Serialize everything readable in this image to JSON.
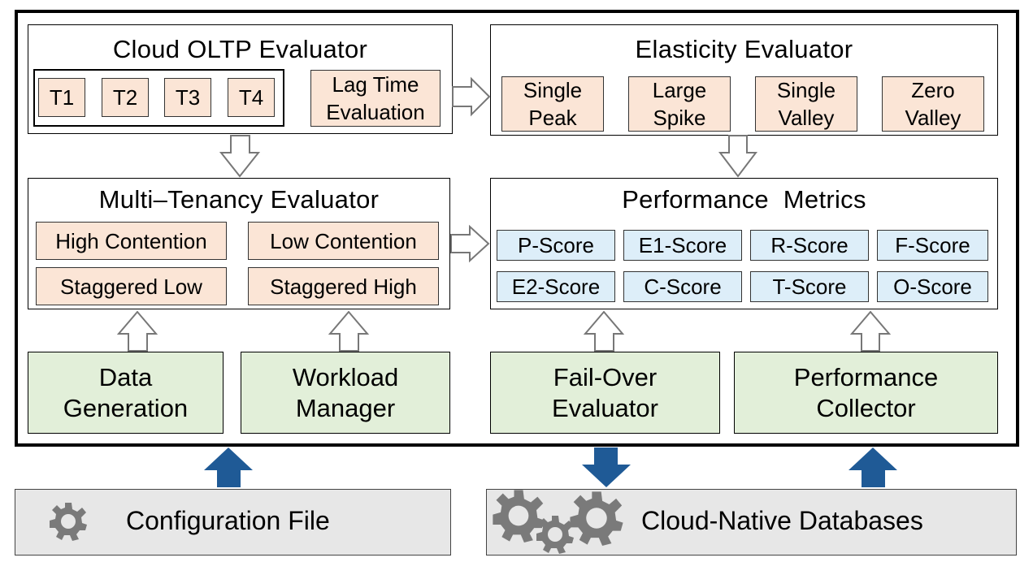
{
  "oltp": {
    "title": "Cloud OLTP Evaluator",
    "tasks": [
      "T1",
      "T2",
      "T3",
      "T4"
    ],
    "lag": "Lag Time\nEvaluation"
  },
  "elasticity": {
    "title": "Elasticity Evaluator",
    "items": [
      "Single\nPeak",
      "Large\nSpike",
      "Single\nValley",
      "Zero\nValley"
    ]
  },
  "tenancy": {
    "title": "Multi–Tenancy Evaluator",
    "items": [
      "High Contention",
      "Low Contention",
      "Staggered Low",
      "Staggered High"
    ]
  },
  "metrics": {
    "title": "Performance  Metrics",
    "scores": [
      "P-Score",
      "E1-Score",
      "R-Score",
      "F-Score",
      "E2-Score",
      "C-Score",
      "T-Score",
      "O-Score"
    ]
  },
  "modules": [
    "Data\nGeneration",
    "Workload\nManager",
    "Fail-Over\nEvaluator",
    "Performance\nCollector"
  ],
  "inputs": {
    "config": "Configuration File",
    "databases": "Cloud-Native Databases"
  },
  "colors": {
    "task_fill": "#fbe5d6",
    "score_fill": "#ddeef9",
    "module_fill": "#e2efd9",
    "input_fill": "#e7e7e7",
    "arrow_blue": "#1f5a96",
    "gear": "#7a7a7a"
  },
  "icons": [
    "gear-icon",
    "hollow-arrow",
    "blue-arrow"
  ]
}
